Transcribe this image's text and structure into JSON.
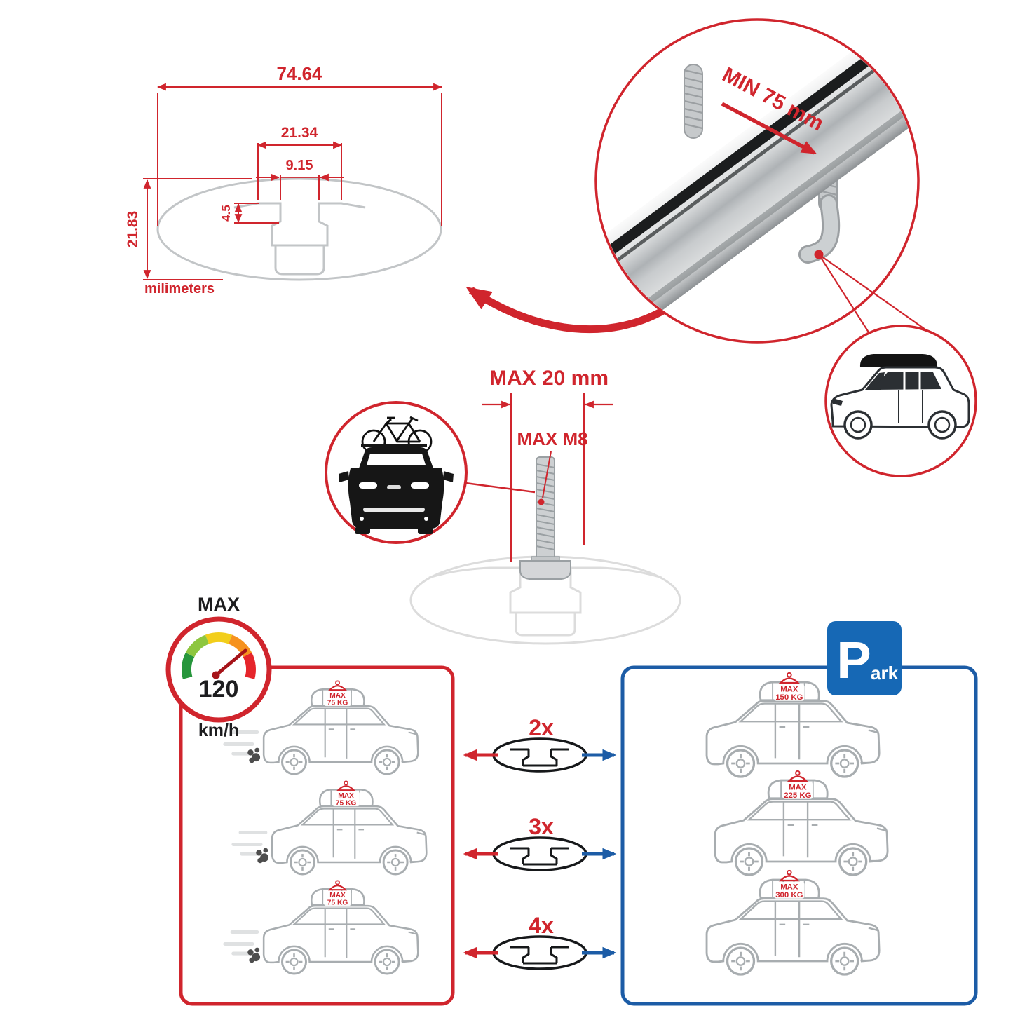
{
  "colors": {
    "accent_red": "#d0252d",
    "accent_blue": "#1c5ca6",
    "sign_blue": "#1668b5",
    "metal_gray": "#c3c7c9",
    "outline_gray": "#c2c5c7",
    "car_gray": "#a8adb0",
    "black": "#161616"
  },
  "technical_drawing": {
    "dim_total_width": "74.64",
    "dim_channel_width": "21.34",
    "dim_slot_width": "9.15",
    "dim_slot_depth": "4.5",
    "dim_total_height": "21.83",
    "units_label": "milimeters"
  },
  "bar_closeup": {
    "min_clearance_label": "MIN 75 mm"
  },
  "mount_detail": {
    "max_width_label": "MAX 20 mm",
    "max_bolt_label": "MAX M8"
  },
  "speed_limit": {
    "label": "MAX",
    "value": "120",
    "unit": "km/h"
  },
  "parking_sign": {
    "letter": "P",
    "suffix": "ark"
  },
  "load_table": {
    "rows": [
      {
        "bars": "2x",
        "driving": {
          "max": "MAX",
          "load": "75 KG"
        },
        "parked": {
          "max": "MAX",
          "load": "150 KG"
        }
      },
      {
        "bars": "3x",
        "driving": {
          "max": "MAX",
          "load": "75 KG"
        },
        "parked": {
          "max": "MAX",
          "load": "225 KG"
        }
      },
      {
        "bars": "4x",
        "driving": {
          "max": "MAX",
          "load": "75 KG"
        },
        "parked": {
          "max": "MAX",
          "load": "300 KG"
        }
      }
    ]
  }
}
